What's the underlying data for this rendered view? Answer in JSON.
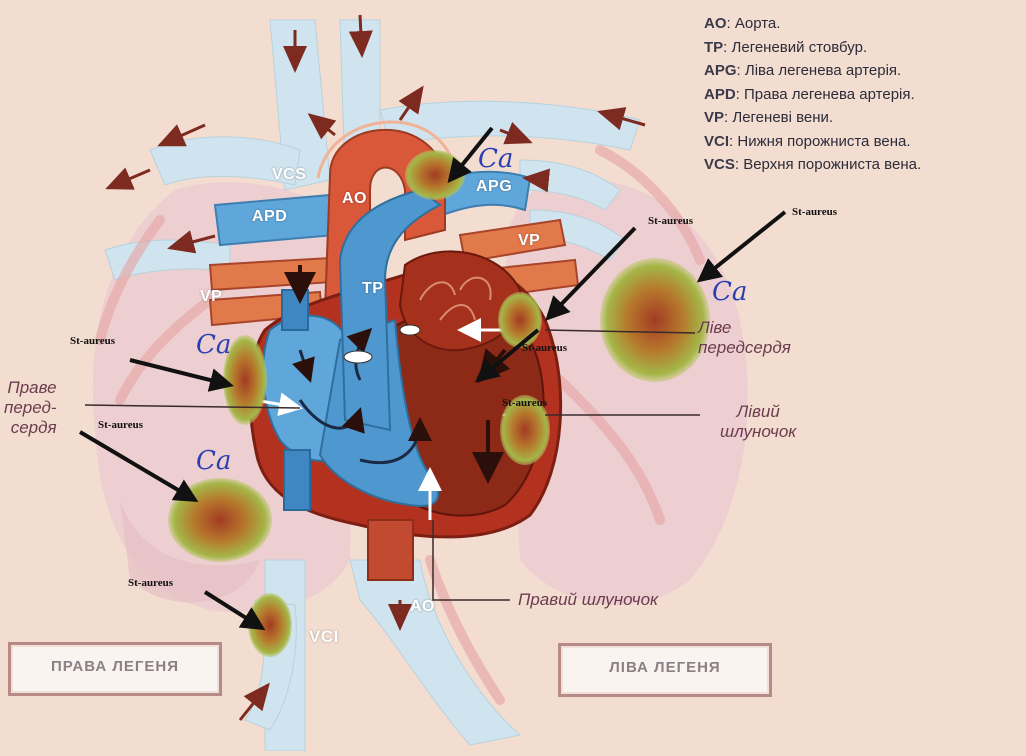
{
  "legend": [
    {
      "code": "AO",
      "text": "Аорта."
    },
    {
      "code": "TP",
      "text": "Легеневий стовбур."
    },
    {
      "code": "APG",
      "text": "Ліва легенева артерія."
    },
    {
      "code": "APD",
      "text": "Права легенева артерія."
    },
    {
      "code": "VP",
      "text": "Легеневі вени."
    },
    {
      "code": "VCI",
      "text": "Нижня порожниста вена."
    },
    {
      "code": "VCS",
      "text": "Верхня порожниста вена."
    }
  ],
  "vessel_labels": {
    "vcs": "VCS",
    "ao": "AO",
    "apg": "APG",
    "apd": "APD",
    "vp_right": "VP",
    "vp_left": "VP",
    "tp": "TP",
    "ao_bottom": "AO",
    "vci": "VCI"
  },
  "chamber_labels": {
    "right_atrium": "Праве\nперед-\nсердя",
    "left_atrium": "Ліве\nпередсердя",
    "left_ventricle": "Лівий\nшлуночок",
    "right_ventricle": "Правий шлуночок"
  },
  "lung_boxes": {
    "right": "ПРАВА ЛЕГЕНЯ",
    "left": "ЛІВА ЛЕГЕНЯ"
  },
  "annotations": {
    "st_aureus": [
      "St-aureus",
      "St-aureus",
      "St-aureus",
      "St-aureus",
      "St-aureus",
      "St-aureus",
      "St-aureus"
    ],
    "ca": [
      "Ca",
      "Ca",
      "Ca",
      "Ca"
    ]
  },
  "colors": {
    "paper": "#f3ddd0",
    "lung": "#eccdd0",
    "vein_blue": "#5fa6da",
    "light_vessel": "#cfe4ee",
    "aorta_red": "#d9583a",
    "heart_red": "#b3311f",
    "ventricle_brown": "#8d2a17",
    "lesion_green": "#9db84a",
    "annotation_blue": "#2a3fb4"
  }
}
